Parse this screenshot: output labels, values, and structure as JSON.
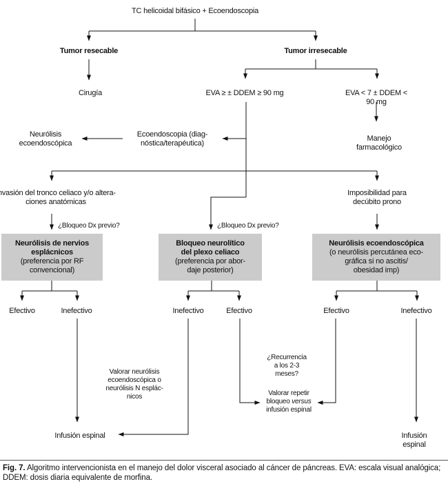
{
  "colors": {
    "box_fill": "#cbcbcb",
    "line": "#111111",
    "background": "#ffffff"
  },
  "flow": {
    "title": "TC helicoidal bifásico + Ecoendoscopia",
    "branch1": {
      "left": "Tumor resecable",
      "right": "Tumor irresecable"
    },
    "surgery": "Cirugía",
    "criteria": {
      "high": "EVA ≥ ± DDEM ≥ 90 mg",
      "low": "EVA < 7 ± DDEM < 90 mg"
    },
    "pharma": "Manejo farmacológico",
    "eus": "Ecoendoscopia (diag-\nnóstica/terapéutica)",
    "eus_neurolysis": "Neurólisis\necoendoscópica",
    "invasion": "Invasión del tronco celiaco y/o altera-\nciones anatómicas",
    "prone": "Imposibilidad para\ndecúbito prono",
    "block_question_left": "¿Bloqueo Dx previo?",
    "block_question_mid": "¿Bloqueo Dx previo?",
    "boxes": {
      "splanchnic": {
        "bold": "Neurólisis de nervios\nesplácnicos",
        "normal": "(preferencia por RF\nconvencional)"
      },
      "celiac": {
        "bold": "Bloqueo neurolítico\ndel plexo celiaco",
        "normal": "(preferencia por abor-\ndaje posterior)"
      },
      "eus_box": {
        "bold": "Neurólisis ecoendoscópica",
        "normal": "(o neurólisis percutánea eco-\ngráfica si no ascitis/\nobesidad imp)"
      }
    },
    "outcomes": {
      "b1_left": "Efectivo",
      "b1_right": "Inefectivo",
      "b2_left": "Inefectivo",
      "b2_right": "Efectivo",
      "b3_left": "Efectivo",
      "b3_right": "Inefectivo"
    },
    "notes": {
      "consider_neurolysis": "Valorar neurólisis\necoendoscópica o\nneurólisis N esplác-\nnicos",
      "recurrence": "¿Recurrencia\na los 2-3\nmeses?",
      "repeat_pre": "Valorar repetir\nbloqueo ",
      "repeat_italic": "versus",
      "repeat_post": "\ninfusión espinal"
    },
    "spinal_left": "Infusión espinal",
    "spinal_right": "Infusión espinal"
  },
  "caption": {
    "fig": "Fig. 7.",
    "text": " Algoritmo intervencionista en el manejo del dolor visceral asociado al cáncer de páncreas. EVA: escala visual analógica; DDEM: dosis diaria equivalente de morfina."
  }
}
